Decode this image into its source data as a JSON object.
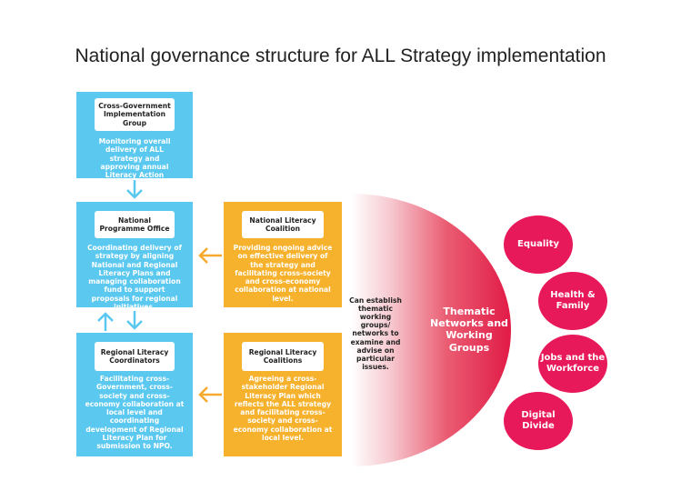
{
  "title": "National governance structure for ALL Strategy implementation",
  "colors": {
    "blue": "#5bc8f0",
    "orange": "#f7b22d",
    "pink": "#e8195a",
    "arrow": "#f7a92d"
  },
  "blue_boxes": [
    {
      "label": "Cross-Government Implementation Group",
      "desc": "Monitoring overall delivery of ALL strategy and approving annual Literacy Action Plans."
    },
    {
      "label": "National Programme Office",
      "desc": "Coordinating delivery of strategy by aligning National and Regional Literacy Plans and managing collaboration fund to support proposals for regional initiatives."
    },
    {
      "label": "Regional Literacy Coordinators",
      "desc": "Facilitating cross-Government, cross-society and cross-economy collaboration at local level and coordinating development of Regional Literacy Plan for submission to NPO."
    }
  ],
  "orange_boxes": [
    {
      "label": "National Literacy Coalition",
      "desc": "Providing ongoing advice on effective delivery of the strategy and facilitating cross-society and cross-economy collaboration at national level."
    },
    {
      "label": "Regional Literacy Coalitions",
      "desc": "Agreeing a cross-stakeholder Regional Literacy Plan which reflects the ALL strategy and facilitating cross-society and cross-economy collaboration at local level."
    }
  ],
  "hub": {
    "note": "Can establish thematic working groups/ networks to examine and advise on particular issues.",
    "title": "Thematic Networks and Working Groups"
  },
  "circles": [
    {
      "label": "Equality"
    },
    {
      "label": "Health & Family"
    },
    {
      "label": "Jobs and the Workforce"
    },
    {
      "label": "Digital Divide"
    }
  ]
}
